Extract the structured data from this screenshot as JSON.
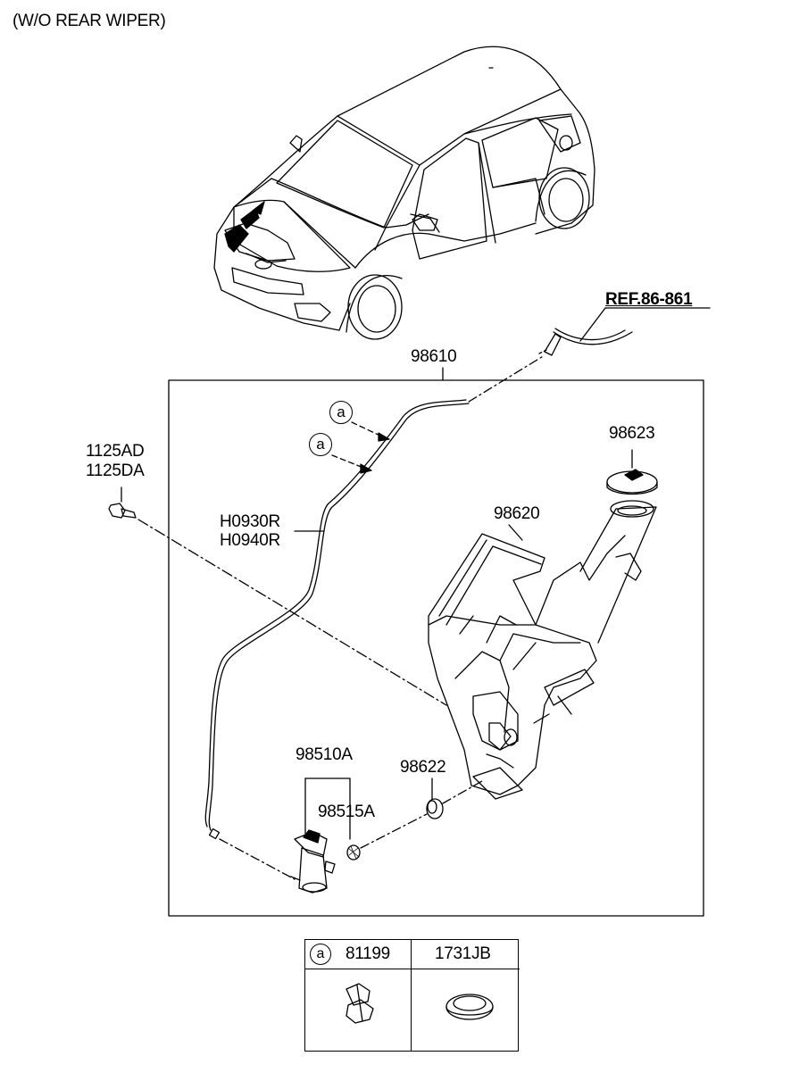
{
  "title": "(W/O REAR WIPER)",
  "parts": {
    "ref": "REF.86-861",
    "hose_assy": "98610",
    "bolt_a": "1125AD",
    "bolt_b": "1125DA",
    "hose_r1": "H0930R",
    "hose_r2": "H0940R",
    "cap": "98623",
    "reservoir": "98620",
    "pump": "98510A",
    "filter": "98515A",
    "grommet": "98622"
  },
  "callout_marker": "a",
  "legend": {
    "marker": "a",
    "col1": "81199",
    "col2": "1731JB"
  }
}
